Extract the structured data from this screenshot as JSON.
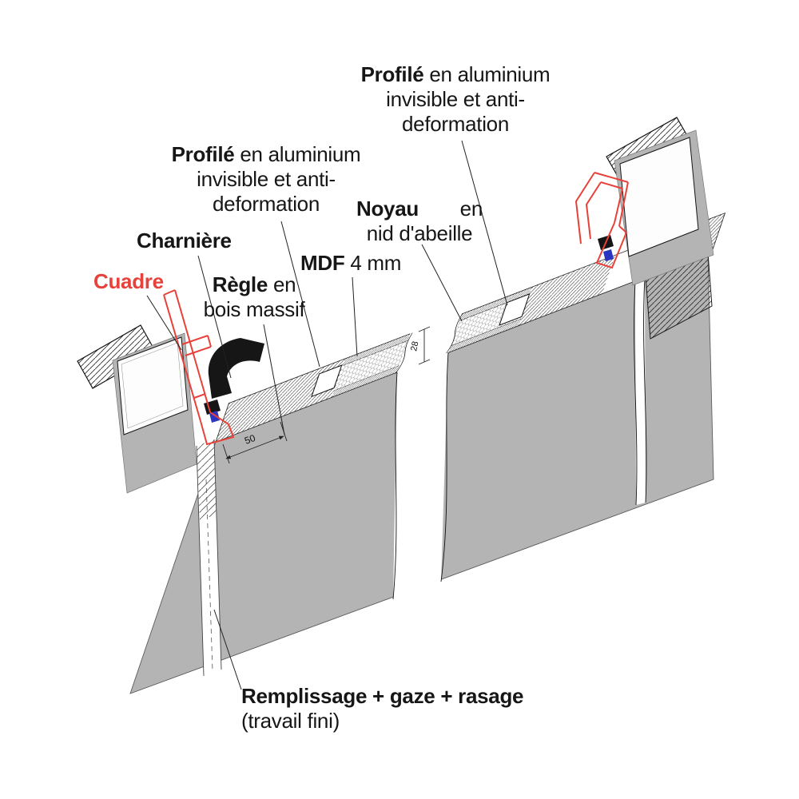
{
  "diagram": {
    "title_hint": "door-panel construction cross-section",
    "labels": {
      "profile_top": {
        "bold": "Profilé",
        "l1": " en aluminium",
        "l2": "invisible et anti-",
        "l3": "deformation"
      },
      "profile_left": {
        "bold": "Profilé",
        "l1": " en aluminium",
        "l2": "invisible et anti-",
        "l3": "deformation"
      },
      "hinge": {
        "bold": "Charnière"
      },
      "frame": {
        "bold": "Cuadre"
      },
      "rule": {
        "bold": "Règle",
        "l1": " en",
        "l2": "bois massif"
      },
      "mdf": {
        "bold": "MDF",
        "rest": " 4 mm"
      },
      "core": {
        "bold": "Noyau",
        "mid": "en",
        "rest": "nid d'abeille"
      },
      "finish": {
        "bold": "Remplissage + gaze + rasage",
        "rest": "(travail fini)"
      }
    },
    "dimensions": {
      "width": "50",
      "thickness": "28"
    },
    "colors": {
      "frame_red": "#e8413a",
      "panel_gray": "#b4b4b4",
      "hinge_blue": "#2a35c0",
      "line": "#1a1a1a"
    }
  }
}
